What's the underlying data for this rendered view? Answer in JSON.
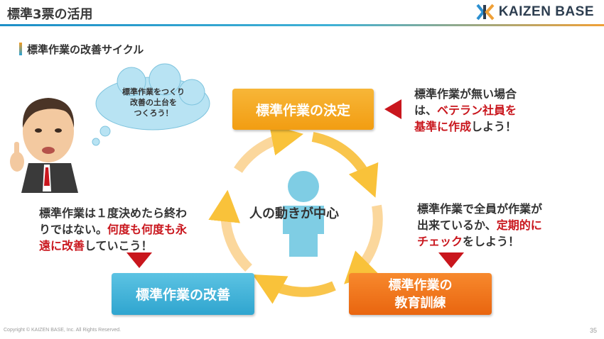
{
  "header": {
    "title": "標準3票の活用",
    "logo_text": "KAIZEN BASE"
  },
  "section": {
    "title": "標準作業の改善サイクル"
  },
  "bubble": {
    "lines": [
      "標準作業をつくり",
      "改善の土台を",
      "つくろう！"
    ]
  },
  "cycle": {
    "center": "人の動きが中心",
    "decide": "標準作業の決定",
    "improve": "標準作業の改善",
    "train_line1": "標準作業の",
    "train_line2": "教育訓練"
  },
  "notes": {
    "top": {
      "line1": "標準作業が無い場合",
      "line2_a": "は、",
      "line2_red": "ベテラン社員を",
      "line3_red": "基準に作成",
      "line3_b": "しよう！"
    },
    "right": {
      "line1": "標準作業で全員が作業が",
      "line2_a": "出来ているか、",
      "line2_red": "定期的に",
      "line3_red": "チェック",
      "line3_b": "をしよう！"
    },
    "left": {
      "line1": "標準作業は１度決めたら終わ",
      "line2_a": "りではない。",
      "line2_red": "何度も何度も永",
      "line3_red": "遠に改善",
      "line3_b": "していこう！"
    }
  },
  "footer": {
    "copyright": "Copyright ©  KAIZEN BASE, Inc.  All Rights Reserved.",
    "page": "35"
  },
  "colors": {
    "accent_red": "#c9161d",
    "orange": "#f29d12",
    "blue": "#2fa5cf",
    "arrow_yellow": "#f9c74a",
    "arrow_pale": "#fbd8a6",
    "person": "#7fcde4"
  }
}
